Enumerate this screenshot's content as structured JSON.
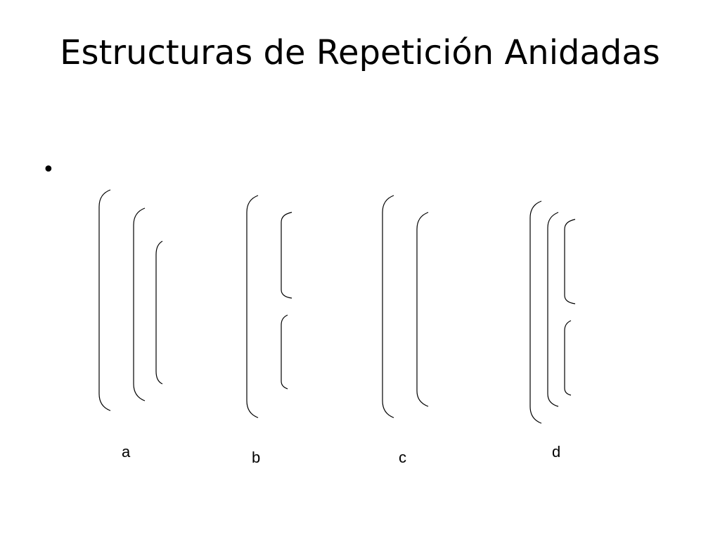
{
  "slide": {
    "title": "Estructuras de Repetición Anidadas",
    "bullet": "•"
  },
  "diagrams": {
    "a": {
      "label": "a"
    },
    "b": {
      "label": "b"
    },
    "c": {
      "label": "c"
    },
    "d": {
      "label": "d"
    }
  }
}
